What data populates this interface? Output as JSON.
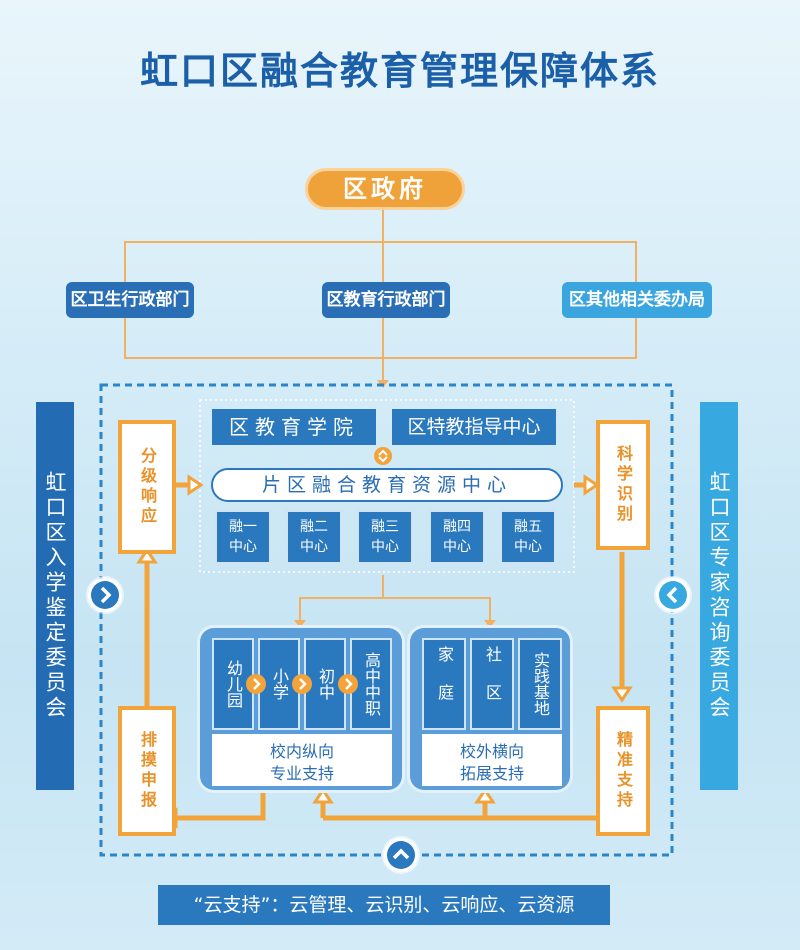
{
  "title": "虹口区融合教育管理保障体系",
  "government": "区政府",
  "departments": [
    "区卫生行政部门",
    "区教育行政部门",
    "区其他相关委办局"
  ],
  "left_committee": "虹口区入学鉴定委员会",
  "right_committee": "虹口区专家咨询委员会",
  "process": {
    "left_top": "分级响应",
    "left_bottom": "排摸申报",
    "right_top": "科学识别",
    "right_bottom": "精准支持"
  },
  "institutions": [
    "区教育学院",
    "区特教指导中心"
  ],
  "resource_center": "片区融合教育资源中心",
  "centers": [
    {
      "l1": "融一",
      "l2": "中心"
    },
    {
      "l1": "融二",
      "l2": "中心"
    },
    {
      "l1": "融三",
      "l2": "中心"
    },
    {
      "l1": "融四",
      "l2": "中心"
    },
    {
      "l1": "融五",
      "l2": "中心"
    }
  ],
  "school_stages": [
    "幼儿园",
    "小学",
    "初中",
    "高中中职"
  ],
  "school_support": {
    "l1": "校内纵向",
    "l2": "专业支持"
  },
  "outside_units": [
    "家庭",
    "社区",
    "实践基地"
  ],
  "outside_support": {
    "l1": "校外横向",
    "l2": "拓展支持"
  },
  "cloud_support": "“云支持”：云管理、云识别、云响应、云资源",
  "colors": {
    "blue_dark": "#1b5fa8",
    "blue": "#2a79bf",
    "sky": "#38a8e0",
    "orange": "#f2a33a"
  }
}
